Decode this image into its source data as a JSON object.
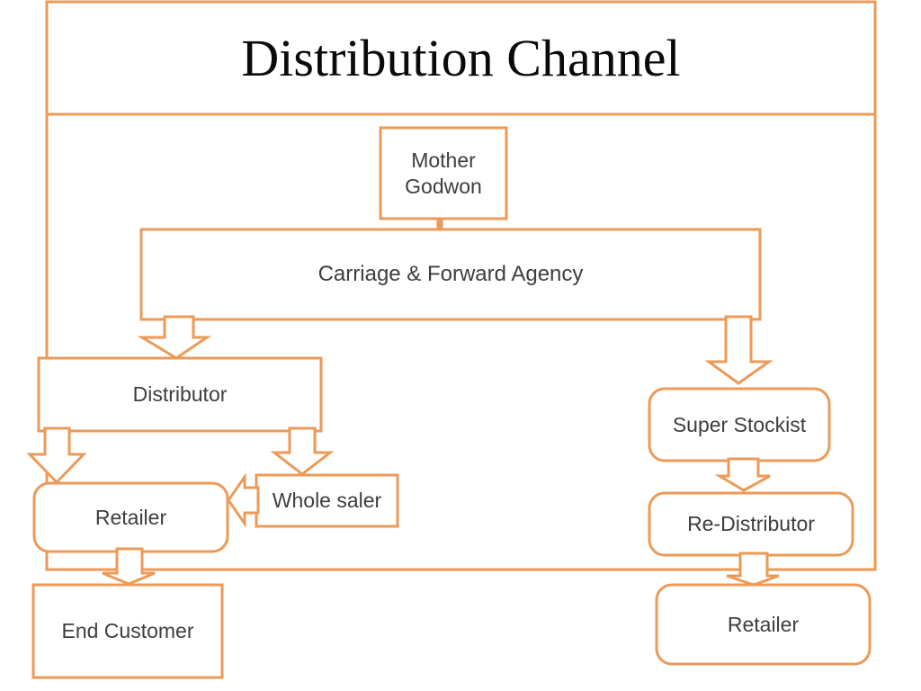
{
  "title": "Distribution Channel",
  "colors": {
    "accent_orange": "#EC9A57",
    "label_text": "#3E3E3E",
    "title_text": "#0A0A0A",
    "background": "#FFFFFF"
  },
  "diagram": {
    "nodes": [
      {
        "id": "mother-godown",
        "label": "Mother Godwon",
        "shape": "rectangle"
      },
      {
        "id": "carriage-agency",
        "label": "Carriage & Forward Agency",
        "shape": "rectangle"
      },
      {
        "id": "distributor",
        "label": "Distributor",
        "shape": "rectangle"
      },
      {
        "id": "super-stockist",
        "label": "Super Stockist",
        "shape": "rounded-rectangle"
      },
      {
        "id": "wholesaler",
        "label": "Whole saler",
        "shape": "rectangle"
      },
      {
        "id": "retailer-left",
        "label": "Retailer",
        "shape": "rounded-rectangle"
      },
      {
        "id": "re-distributor",
        "label": "Re-Distributor",
        "shape": "rounded-rectangle"
      },
      {
        "id": "end-customer",
        "label": "End Customer",
        "shape": "rectangle"
      },
      {
        "id": "retailer-right",
        "label": "Retailer",
        "shape": "rounded-rectangle"
      }
    ],
    "edges": [
      {
        "from": "mother-godown",
        "to": "carriage-agency",
        "type": "connector-stub"
      },
      {
        "from": "carriage-agency",
        "to": "distributor",
        "type": "block-arrow-down"
      },
      {
        "from": "carriage-agency",
        "to": "super-stockist",
        "type": "block-arrow-down"
      },
      {
        "from": "distributor",
        "to": "retailer-left",
        "type": "block-arrow-down"
      },
      {
        "from": "distributor",
        "to": "wholesaler",
        "type": "block-arrow-down"
      },
      {
        "from": "wholesaler",
        "to": "retailer-left",
        "type": "block-arrow-left"
      },
      {
        "from": "retailer-left",
        "to": "end-customer",
        "type": "block-arrow-down"
      },
      {
        "from": "super-stockist",
        "to": "re-distributor",
        "type": "block-arrow-down"
      },
      {
        "from": "re-distributor",
        "to": "retailer-right",
        "type": "block-arrow-down"
      }
    ]
  }
}
